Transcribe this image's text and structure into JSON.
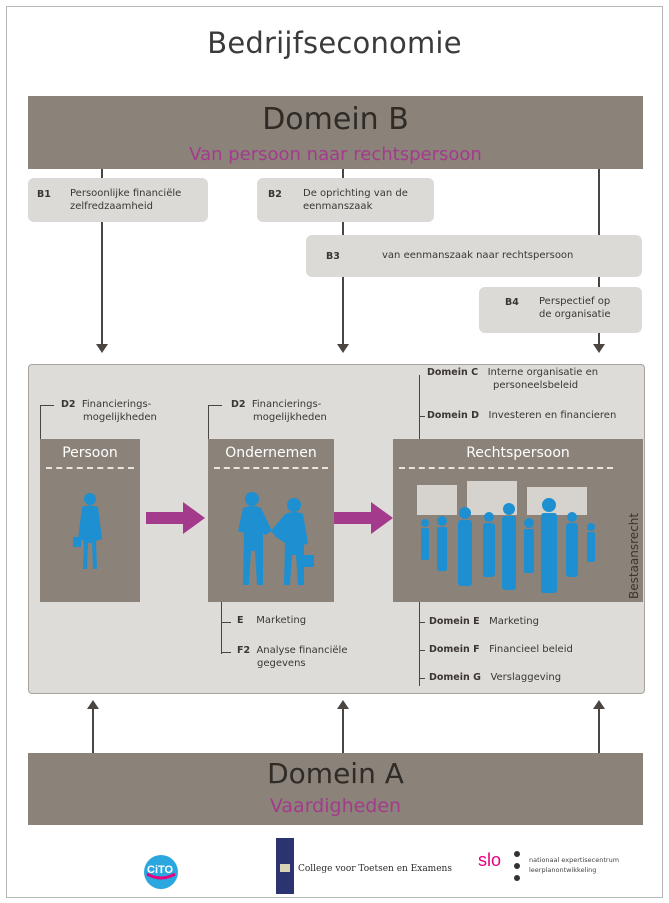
{
  "title": "Bedrijfseconomie",
  "domein_b": {
    "title": "Domein B",
    "subtitle": "Van persoon naar rechtspersoon"
  },
  "b_boxes": [
    {
      "code": "B1",
      "label_line1": "Persoonlijke financiële",
      "label_line2": "zelfredzaamheid"
    },
    {
      "code": "B2",
      "label_line1": "De oprichting van de",
      "label_line2": "eenmanszaak"
    },
    {
      "code": "B3",
      "label_line1": "van eenmanszaak naar rechtspersoon",
      "label_line2": ""
    },
    {
      "code": "B4",
      "label_line1": "Perspectief op",
      "label_line2": "de organisatie"
    }
  ],
  "columns": {
    "persoon": {
      "title": "Persoon",
      "d2_code": "D2",
      "d2_line1": "Financierings-",
      "d2_line2": "mogelijkheden"
    },
    "ondernemen": {
      "title": "Ondernemen",
      "d2_code": "D2",
      "d2_line1": "Financierings-",
      "d2_line2": "mogelijkheden",
      "below": [
        {
          "code": "E",
          "line1": "Marketing",
          "line2": ""
        },
        {
          "code": "F2",
          "line1": "Analyse financiële",
          "line2": "gegevens"
        }
      ]
    },
    "rechtspersoon": {
      "title": "Rechtspersoon",
      "above": [
        {
          "code": "Domein C",
          "line1": "Interne organisatie en",
          "line2": "personeelsbeleid"
        },
        {
          "code": "Domein D",
          "line1": "Investeren en financieren",
          "line2": ""
        }
      ],
      "below": [
        {
          "code": "Domein E",
          "line1": "Marketing"
        },
        {
          "code": "Domein F",
          "line1": "Financieel beleid"
        },
        {
          "code": "Domein G",
          "line1": "Verslaggeving"
        }
      ],
      "side_label": "Bestaansrecht"
    }
  },
  "domein_a": {
    "title": "Domein A",
    "subtitle": "Vaardigheden"
  },
  "logos": {
    "cito": "CiTO",
    "cvte": "College voor Toetsen en Examens",
    "slo": "slo",
    "slo_line1": "nationaal expertisecentrum",
    "slo_line2": "leerplanontwikkeling"
  },
  "colors": {
    "band": "#8b8379",
    "accent": "#a43a8c",
    "figure": "#1e8fd0",
    "panel": "#dedcd9"
  }
}
